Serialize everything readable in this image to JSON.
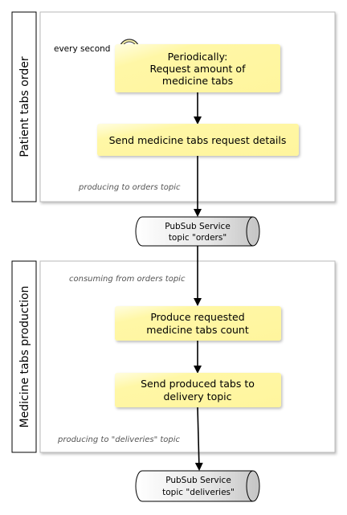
{
  "lanes": [
    {
      "title": "Patient tabs order",
      "timer_label": "every second",
      "tasks": [
        {
          "lines": [
            "Periodically:",
            "Request amount of",
            "medicine tabs"
          ]
        },
        {
          "lines": [
            "Send medicine tabs request details"
          ]
        }
      ],
      "note": "producing to orders topic"
    },
    {
      "title": "Medicine tabs production",
      "consume_note": "consuming from orders topic",
      "tasks": [
        {
          "lines": [
            "Produce requested",
            "medicine tabs count"
          ]
        },
        {
          "lines": [
            "Send produced tabs to",
            "delivery topic"
          ]
        }
      ],
      "note": "producing to \"deliveries\" topic"
    }
  ],
  "services": [
    {
      "lines": [
        "PubSub Service",
        "topic \"orders\""
      ]
    },
    {
      "lines": [
        "PubSub Service",
        "topic \"deliveries\""
      ]
    }
  ],
  "colors": {
    "task_fill": "#fff59d",
    "task_highlight": "#fffde0",
    "lane_border": "#bbbbbb",
    "service_fill": "#e0e0e0",
    "connector": "#000000"
  }
}
